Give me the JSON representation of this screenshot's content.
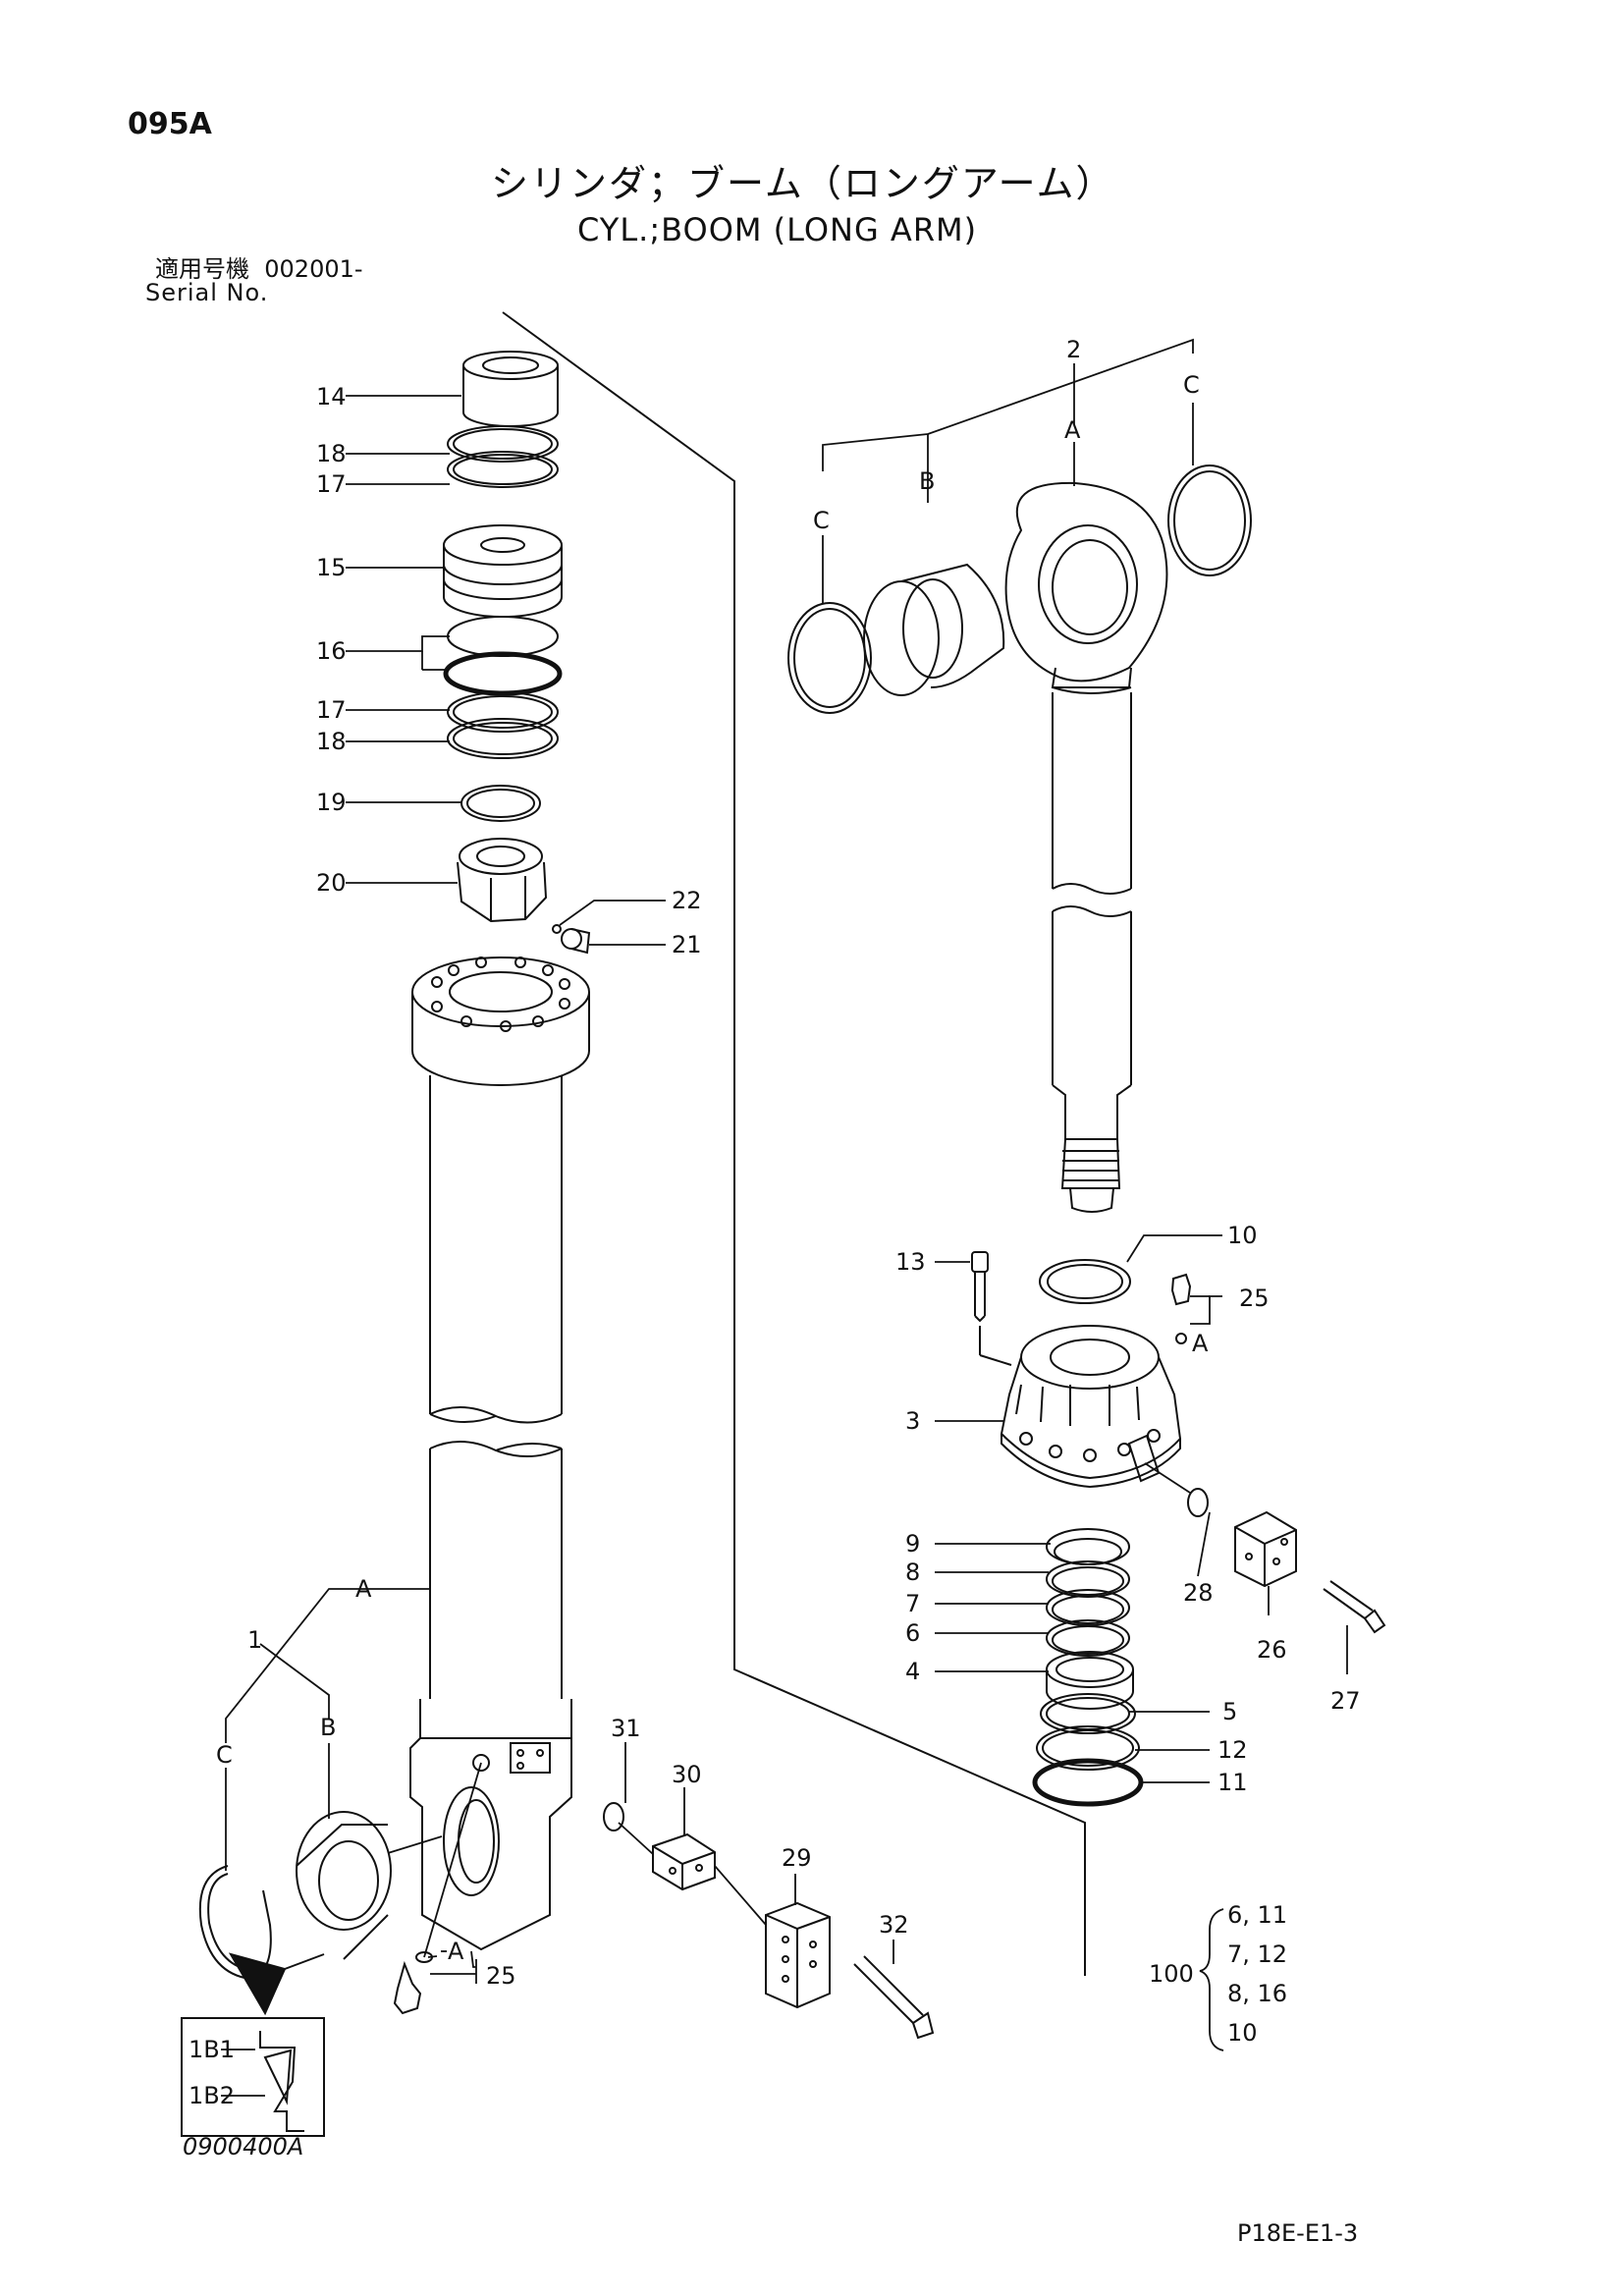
{
  "header": {
    "code": "095A",
    "title_jp": "シリンダ；ブーム（ロングアーム）",
    "title_en": "CYL.;BOOM (LONG ARM)",
    "serial_label_jp": "適用号機",
    "serial_value": "002001-",
    "serial_label_en": "Serial No."
  },
  "footer": {
    "drawing_no": "0900400A",
    "sheet_no": "P18E-E1-3"
  },
  "callouts": {
    "c1": "1",
    "c2": "2",
    "c3": "3",
    "c4": "4",
    "c5": "5",
    "c6": "6",
    "c7": "7",
    "c8": "8",
    "c9": "9",
    "c10": "10",
    "c11": "11",
    "c12": "12",
    "c13": "13",
    "c14": "14",
    "c15": "15",
    "c16": "16",
    "c17a": "17",
    "c17b": "17",
    "c18a": "18",
    "c18b": "18",
    "c19": "19",
    "c20": "20",
    "c21": "21",
    "c22": "22",
    "c25a": "25",
    "c25b": "25",
    "c26": "26",
    "c27": "27",
    "c28": "28",
    "c29": "29",
    "c30": "30",
    "c31": "31",
    "c32": "32",
    "A1": "A",
    "A2": "A",
    "A3": "A",
    "A4": "A",
    "B1": "B",
    "B2": "B",
    "C1": "C",
    "C2": "C",
    "C3": "C",
    "b1": "1B1",
    "b2": "1B2"
  },
  "kit": {
    "number": "100",
    "rows": [
      "6, 11",
      "7, 12",
      "8, 16",
      "10"
    ]
  }
}
